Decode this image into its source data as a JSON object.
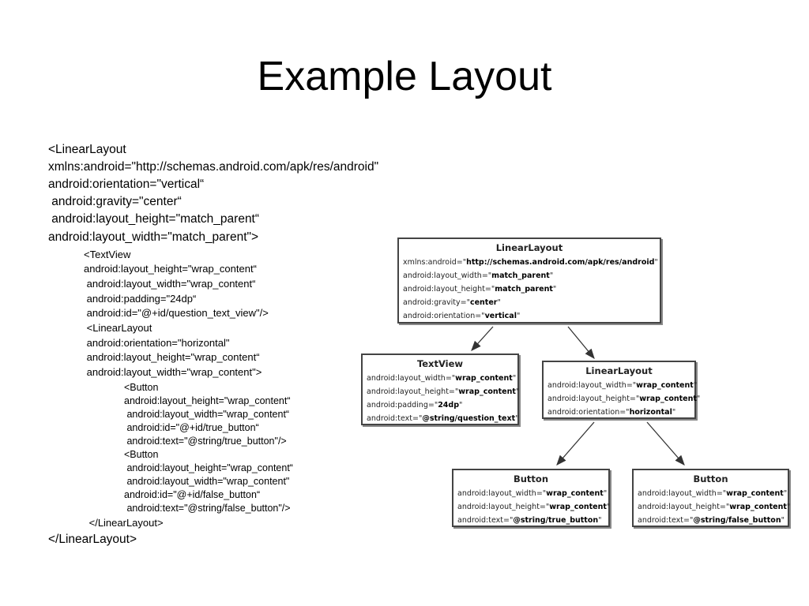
{
  "slide": {
    "title": "Example Layout"
  },
  "code_lines": [
    "<LinearLayout",
    "xmlns:android=\"http://schemas.android.com/apk/res/android\"",
    "android:orientation=\"vertical“",
    " android:gravity=\"center“",
    " android:layout_height=\"match_parent“",
    "android:layout_width=\"match_parent\">",
    "<TextView",
    "android:layout_height=\"wrap_content“",
    " android:layout_width=\"wrap_content“",
    " android:padding=\"24dp“",
    " android:id=\"@+id/question_text_view\"/>",
    " <LinearLayout",
    " android:orientation=\"horizontal\"",
    " android:layout_height=\"wrap_content“",
    " android:layout_width=\"wrap_content\">",
    "<Button",
    "android:layout_height=\"wrap_content“",
    " android:layout_width=\"wrap_content“",
    " android:id=\"@+id/true_button“",
    " android:text=\"@string/true_button\"/>",
    "<Button",
    " android:layout_height=\"wrap_content“",
    " android:layout_width=\"wrap_content\"",
    "android:id=\"@+id/false_button“",
    " android:text=\"@string/false_button\"/>",
    " </LinearLayout>",
    "</LinearLayout>"
  ],
  "tree": {
    "root": {
      "title": "LinearLayout",
      "attrs": [
        {
          "k": "xmlns:android=\"",
          "v": "http://schemas.android.com/apk/res/android",
          "e": "\""
        },
        {
          "k": "android:layout_width=\"",
          "v": "match_parent",
          "e": "\""
        },
        {
          "k": "android:layout_height=\"",
          "v": "match_parent",
          "e": "\""
        },
        {
          "k": "android:gravity=\"",
          "v": "center",
          "e": "\""
        },
        {
          "k": "android:orientation=\"",
          "v": "vertical",
          "e": "\""
        }
      ]
    },
    "textview": {
      "title": "TextView",
      "attrs": [
        {
          "k": "android:layout_width=\"",
          "v": "wrap_content",
          "e": "\""
        },
        {
          "k": "android:layout_height=\"",
          "v": "wrap_content",
          "e": "\""
        },
        {
          "k": "android:padding=\"",
          "v": "24dp",
          "e": "\""
        },
        {
          "k": "android:text=\"",
          "v": "@string/question_text",
          "e": "\""
        }
      ]
    },
    "inner": {
      "title": "LinearLayout",
      "attrs": [
        {
          "k": "android:layout_width=\"",
          "v": "wrap_content",
          "e": "\""
        },
        {
          "k": "android:layout_height=\"",
          "v": "wrap_content",
          "e": "\""
        },
        {
          "k": "android:orientation=\"",
          "v": "horizontal",
          "e": "\""
        }
      ]
    },
    "btn_true": {
      "title": "Button",
      "attrs": [
        {
          "k": "android:layout_width=\"",
          "v": "wrap_content",
          "e": "\""
        },
        {
          "k": "android:layout_height=\"",
          "v": "wrap_content",
          "e": "\""
        },
        {
          "k": "android:text=\"",
          "v": "@string/true_button",
          "e": "\""
        }
      ]
    },
    "btn_false": {
      "title": "Button",
      "attrs": [
        {
          "k": "android:layout_width=\"",
          "v": "wrap_content",
          "e": "\""
        },
        {
          "k": "android:layout_height=\"",
          "v": "wrap_content",
          "e": "\""
        },
        {
          "k": "android:text=\"",
          "v": "@string/false_button",
          "e": "\""
        }
      ]
    }
  }
}
